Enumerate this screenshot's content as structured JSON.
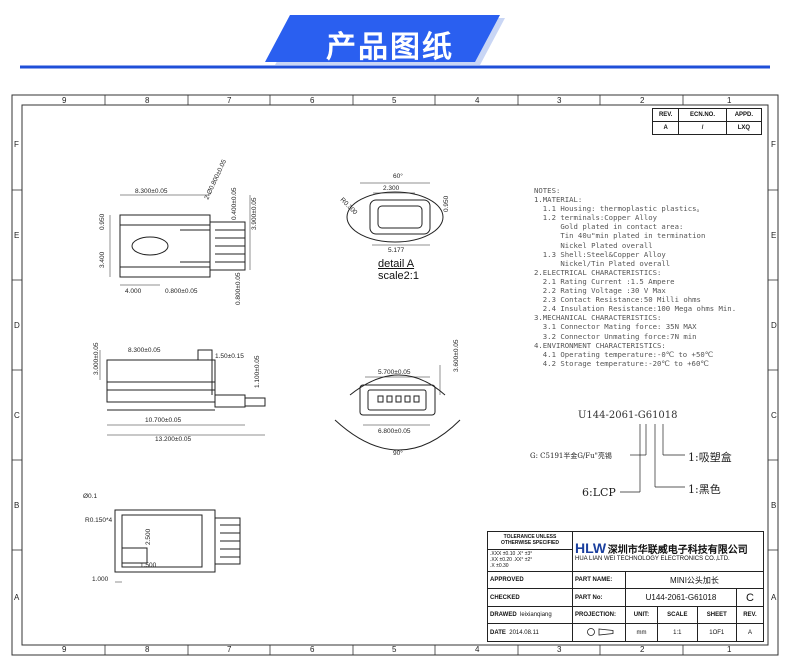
{
  "header": {
    "title": "产品图纸"
  },
  "zones": {
    "top": [
      "9",
      "8",
      "7",
      "6",
      "5",
      "4",
      "3",
      "2",
      "1"
    ],
    "side": [
      "F",
      "E",
      "D",
      "C",
      "B",
      "A"
    ]
  },
  "revision_table": {
    "headers": [
      "REV.",
      "ECN.NO.",
      "APPD."
    ],
    "row": [
      "A",
      "/",
      "LXQ"
    ]
  },
  "dims": {
    "top_view": [
      "8.300±0.05",
      "2-Ø0.800±0.05",
      "0.950",
      "3.400",
      "3.900±0.05",
      "0.400±0.05",
      "4.000",
      "0.800±0.05",
      "0.800±0.05"
    ],
    "detail": [
      "60°",
      "R0.300",
      "2.300",
      "0.950",
      "5.177"
    ],
    "side_view": [
      "8.300±0.05",
      "3.000±0.05",
      "1.50±0.15",
      "1.100±0.05",
      "10.700±0.05",
      "13.200±0.05"
    ],
    "front_view": [
      "5.700±0.05",
      "3.600±0.05",
      "6.800±0.05",
      "90°"
    ],
    "bottom_view": [
      "Ø0.1",
      "R0.150*4",
      "2.500",
      "1.500",
      "1.000"
    ]
  },
  "detail_label": {
    "line1": "detail  A",
    "line2": "scale2:1"
  },
  "notes": "NOTES:\n1.MATERIAL:\n  1.1 Housing: thermoplastic plastics。\n  1.2 terminals:Copper Alloy\n      Gold plated in contact area:\n      Tin 40u\"min plated in termination\n      Nickel Plated overall\n  1.3 Shell:Steel&Copper Alloy\n      Nickel/Tin Plated overall\n2.ELECTRICAL CHARACTERISTICS:\n  2.1 Rating Current :1.5 Ampere\n  2.2 Rating Voltage :30 V Max\n  2.3 Contact Resistance:50 Milli ohms\n  2.4 Insulation Resistance:100 Mega ohms Min.\n3.MECHANICAL CHARACTERISTICS:\n  3.1 Connector Mating force: 35N MAX\n  3.2 Connector Unmating force:7N min\n4.ENVIRONMENT CHARACTERISTICS:\n  4.1 Operating temperature:-0℃ to +50℃\n  4.2 Storage temperature:-20℃ to +60℃",
  "part_code": {
    "number": "U144-2061-G61018",
    "callouts": [
      "1:吸塑盒",
      "1:黑色",
      "6:LCP",
      "G: C5191半金G/Fu\"亮锡"
    ]
  },
  "title_block": {
    "tolerance": "TOLERANCE UNLESS OTHERWISE SPECIFIED",
    "tol_rows": [
      ".XXX ±0.10   .X°  ±3°",
      ".XX  ±0.20   .XX° ±2°",
      ".X   ±0.30"
    ],
    "logo": "HLW",
    "company_cn": "深圳市华联威电子科技有限公司",
    "company_en": "HUA LIAN WEI TECHNOLOGY ELECTRONICS CO.,LTD.",
    "approved": "APPROVED",
    "part_name_label": "PART NAME:",
    "part_name": "MINI公头加长",
    "checked": "CHECKED",
    "part_no_label": "PART No:",
    "part_no": "U144-2061-G61018",
    "rev_value": "C",
    "drawed": "DRAWED",
    "drawer": "leixianqiang",
    "projection": "PROJECTION:",
    "unit_label": "UNIT:",
    "scale_label": "SCALE",
    "sheet_label": "SHEET",
    "rev_label": "REV.",
    "date_label": "DATE",
    "date": "2014.08.11",
    "unit": "mm",
    "scale": "1:1",
    "sheet": "1OF1",
    "rev": "A"
  }
}
